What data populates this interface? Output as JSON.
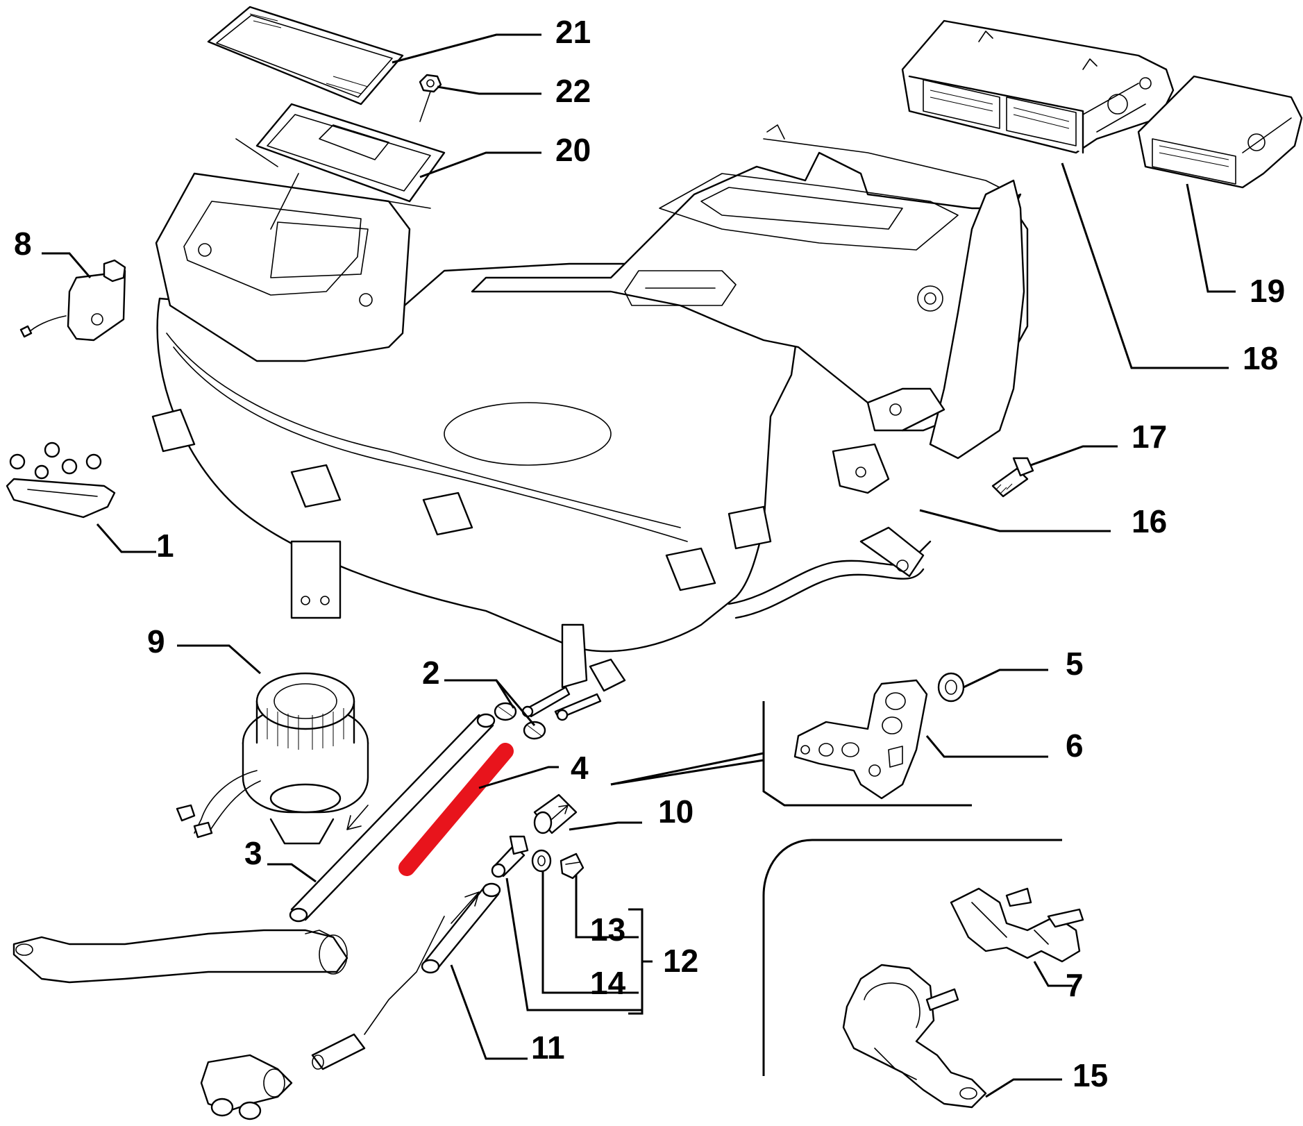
{
  "diagram": {
    "highlight_color": "#e8141c",
    "highlighted_part": "4",
    "callouts": [
      {
        "id": "c1",
        "label": "1"
      },
      {
        "id": "c2",
        "label": "2"
      },
      {
        "id": "c3",
        "label": "3"
      },
      {
        "id": "c4",
        "label": "4"
      },
      {
        "id": "c5",
        "label": "5"
      },
      {
        "id": "c6",
        "label": "6"
      },
      {
        "id": "c7",
        "label": "7"
      },
      {
        "id": "c8",
        "label": "8"
      },
      {
        "id": "c9",
        "label": "9"
      },
      {
        "id": "c10",
        "label": "10"
      },
      {
        "id": "c11",
        "label": "11"
      },
      {
        "id": "c12",
        "label": "12"
      },
      {
        "id": "c13",
        "label": "13"
      },
      {
        "id": "c14",
        "label": "14"
      },
      {
        "id": "c15",
        "label": "15"
      },
      {
        "id": "c16",
        "label": "16"
      },
      {
        "id": "c17",
        "label": "17"
      },
      {
        "id": "c18",
        "label": "18"
      },
      {
        "id": "c19",
        "label": "19"
      },
      {
        "id": "c20",
        "label": "20"
      },
      {
        "id": "c21",
        "label": "21"
      },
      {
        "id": "c22",
        "label": "22"
      }
    ]
  }
}
